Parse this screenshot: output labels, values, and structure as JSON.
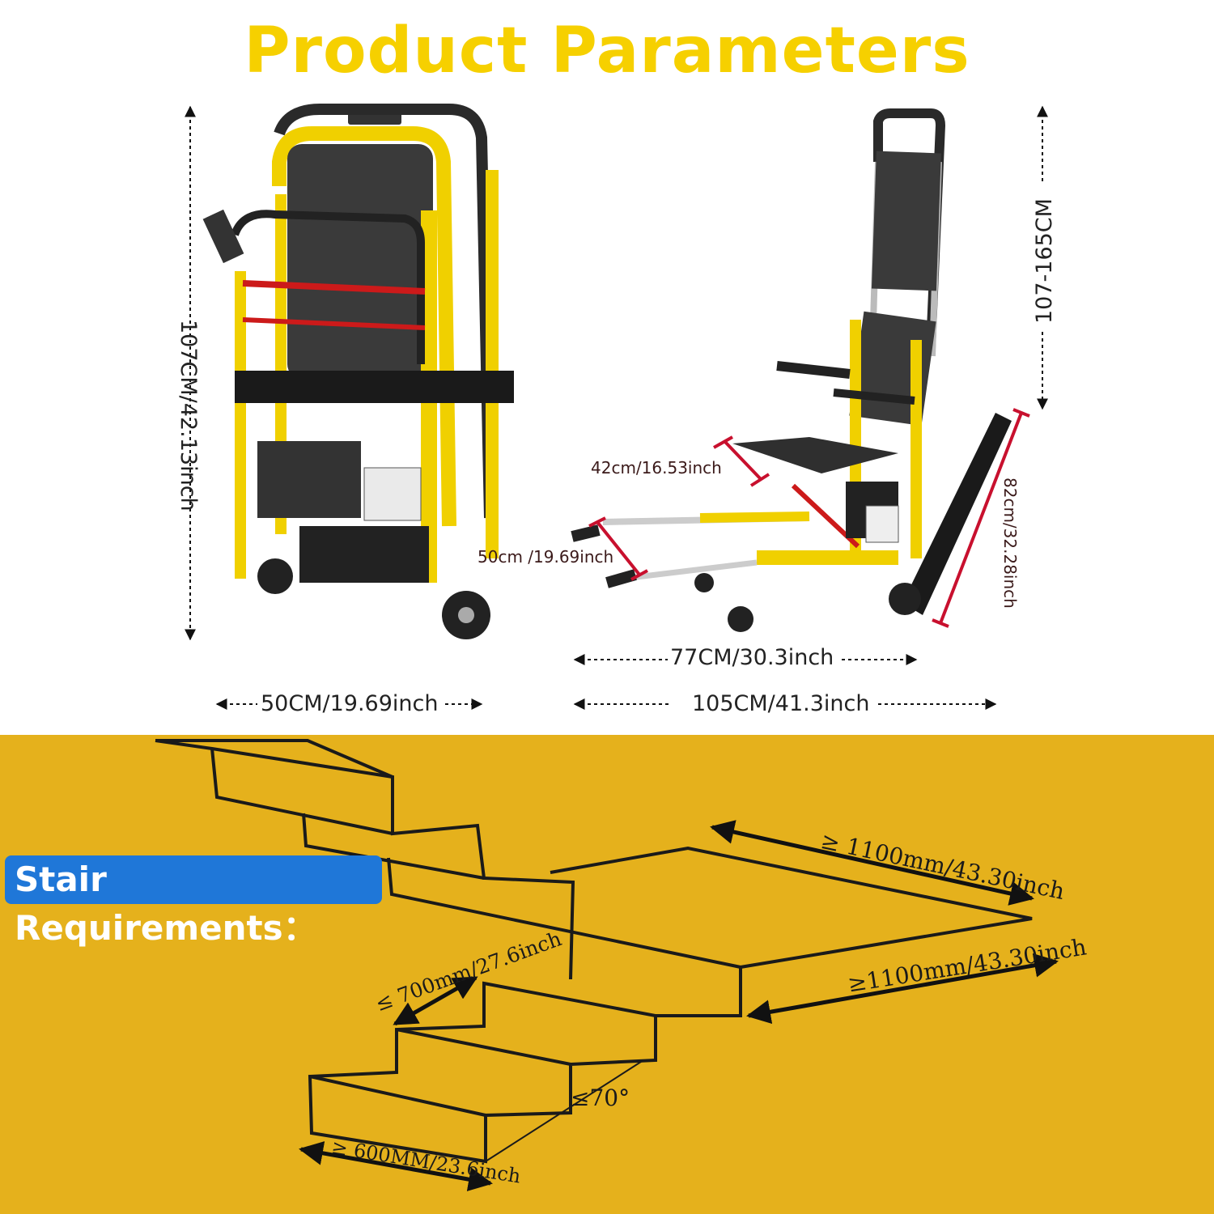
{
  "title": "Product Parameters",
  "colors": {
    "title": "#f6d000",
    "chair_frame": "#f0d000",
    "seat": "#2f2f2f",
    "red_marker": "#c8102e",
    "stair_bg": "#e5b11c",
    "badge": "#1f77d8"
  },
  "folded_chair": {
    "height_label": "107CM/42.13inch",
    "width_label": "50CM/19.69inch"
  },
  "open_chair": {
    "height_label": "107-165CM",
    "seat_width_label": "42cm/16.53inch",
    "track_length_label": "82cm/32.28inch",
    "front_handle_label": "50cm /19.69inch",
    "depth_label": "77CM/30.3inch",
    "total_depth_label": "105CM/41.3inch"
  },
  "stairs": {
    "badge_label": "Stair Requirements：",
    "landing_length_label": "≥ 1100mm/43.30inch",
    "landing_width_label": "≥1100mm/43.30inch",
    "tread_label": "≤ 700mm/27.6inch",
    "angle_label": "≤70°",
    "step_width_label": "≥ 600MM/23.6inch"
  }
}
